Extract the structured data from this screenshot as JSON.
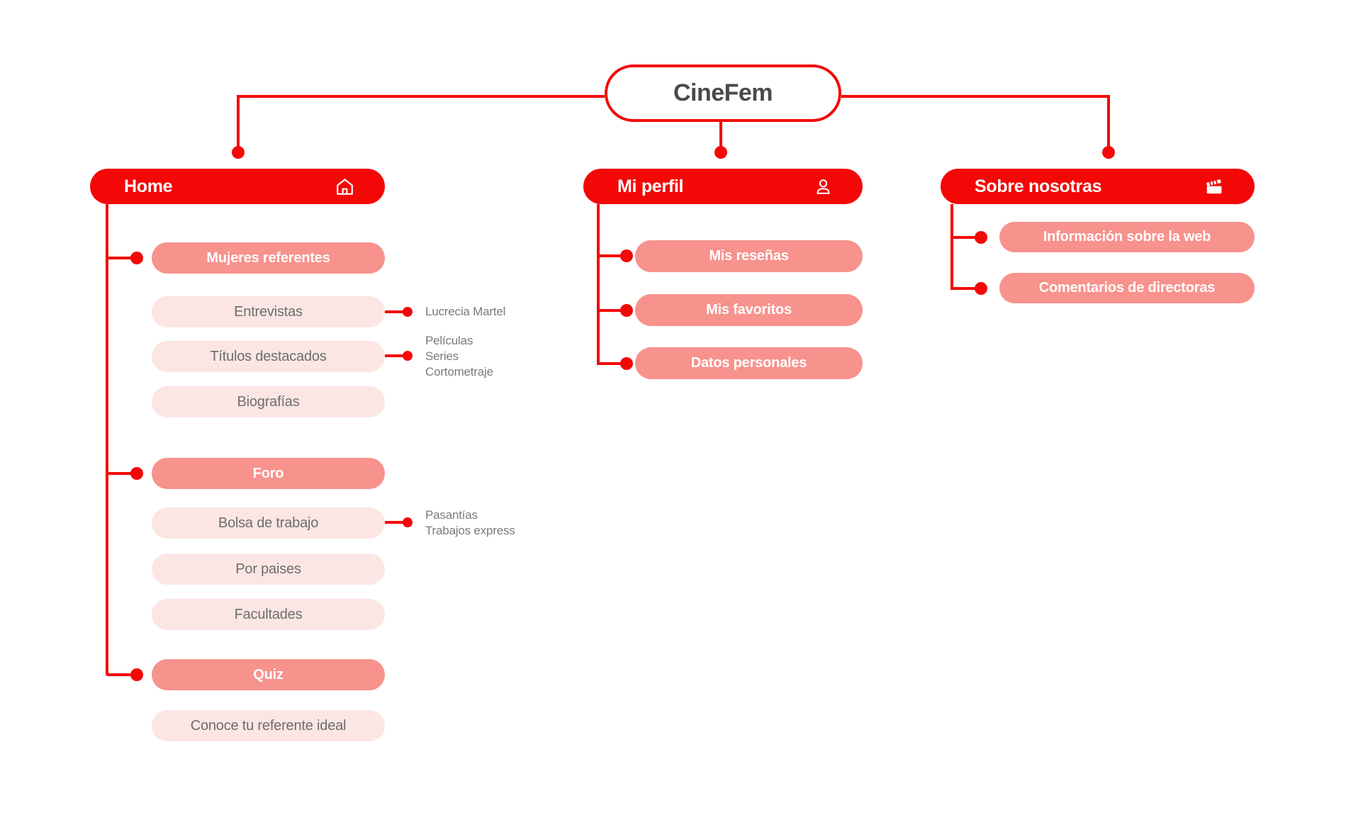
{
  "colors": {
    "red": "#f40707",
    "salmon": "#f7928d",
    "light_pink": "#fbe6e4",
    "title_text": "#4a4a4a",
    "pill_text": "#6e6e6e",
    "annotation_text": "#7a7a7a",
    "white": "#ffffff"
  },
  "root": {
    "title": "CineFem"
  },
  "home": {
    "title": "Home",
    "icon": "home-icon",
    "items": [
      {
        "label": "Mujeres referentes"
      },
      {
        "label": "Entrevistas",
        "annotation": [
          "Lucrecia Martel"
        ]
      },
      {
        "label": "Títulos destacados",
        "annotation": [
          "Películas",
          "Series",
          "Cortometraje"
        ]
      },
      {
        "label": "Biografías"
      },
      {
        "label": "Foro"
      },
      {
        "label": "Bolsa de trabajo",
        "annotation": [
          "Pasantías",
          "Trabajos express"
        ]
      },
      {
        "label": "Por paises"
      },
      {
        "label": "Facultades"
      },
      {
        "label": "Quiz"
      },
      {
        "label": "Conoce tu  referente ideal"
      }
    ]
  },
  "profile": {
    "title": "Mi perfil",
    "icon": "person-icon",
    "items": [
      {
        "label": "Mis reseñas"
      },
      {
        "label": "Mis favoritos"
      },
      {
        "label": "Datos personales"
      }
    ]
  },
  "about": {
    "title": "Sobre nosotras",
    "icon": "clapperboard-icon",
    "items": [
      {
        "label": "Información sobre la web"
      },
      {
        "label": "Comentarios de directoras"
      }
    ]
  }
}
